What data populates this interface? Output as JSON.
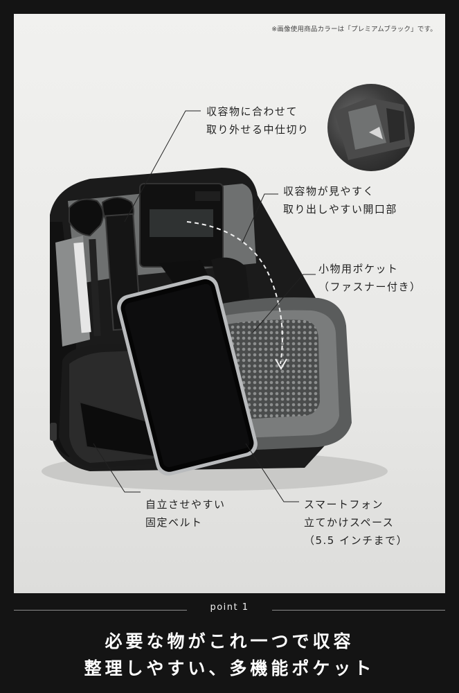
{
  "note": "※画像使用商品カラーは「プレミアムブラック」です。",
  "callouts": {
    "divider": [
      "収容物に合わせて",
      "取り外せる中仕切り"
    ],
    "opening": [
      "収容物が見やすく",
      "取り出しやすい開口部"
    ],
    "pocket": [
      "小物用ポケット",
      "（ファスナー付き）"
    ],
    "belt": [
      "自立させやすい",
      "固定ベルト"
    ],
    "phone": [
      "スマートフォン",
      "立てかけスペース",
      "（5.5 インチまで）"
    ]
  },
  "point_label": "point 1",
  "headline": [
    "必要な物がこれ一つで収容",
    "整理しやすい、多機能ポケット"
  ],
  "colors": {
    "background_dark": "#141414",
    "panel": "#ececea",
    "bag": "#1c1c1c",
    "lining": "#8a8c8c"
  }
}
